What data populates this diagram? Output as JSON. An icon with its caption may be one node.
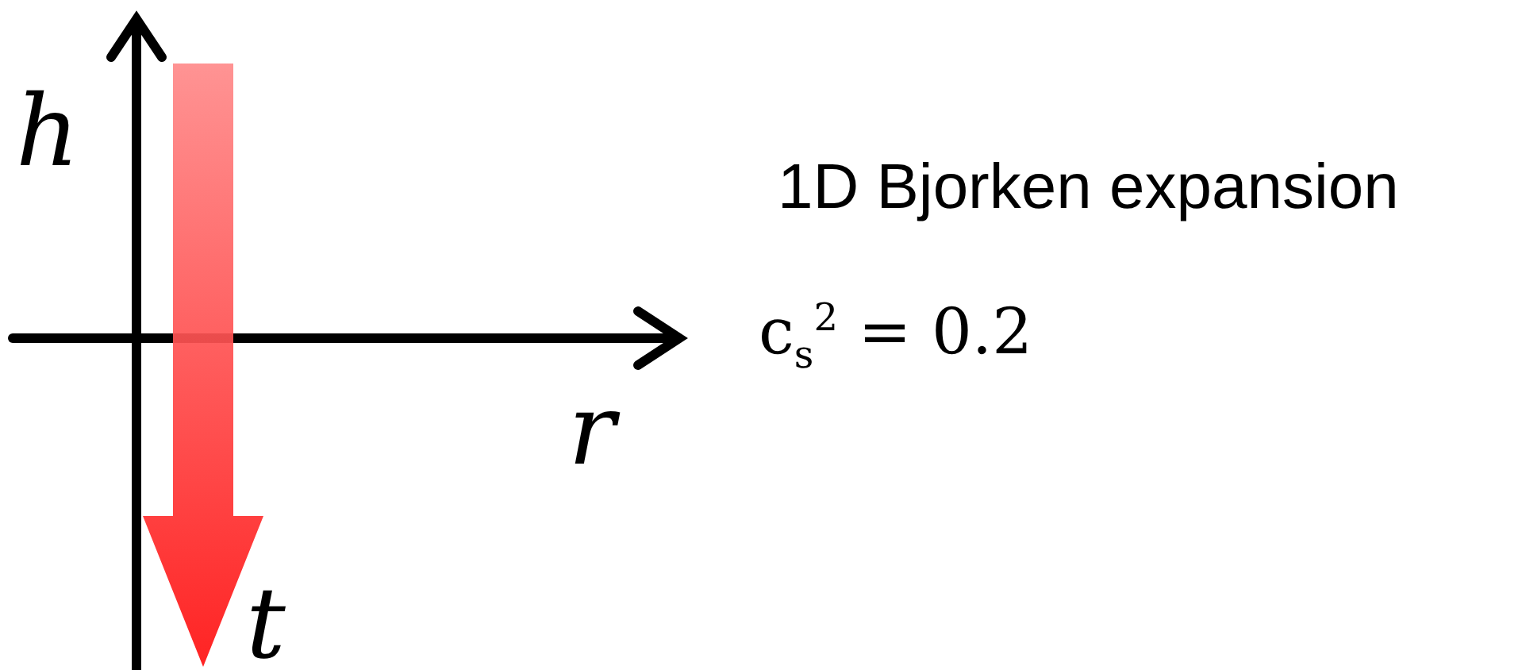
{
  "diagram": {
    "labels": [
      "h",
      "r",
      "t",
      "1D Bjorken expansion",
      "c$_{s}$$^{2}$ = 0.2"
    ]
  }
}
